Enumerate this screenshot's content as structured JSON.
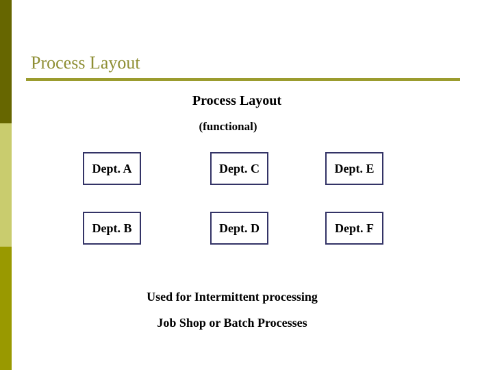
{
  "slide": {
    "title": "Process Layout",
    "heading": "Process Layout",
    "subheading": "(functional)",
    "dept_boxes": [
      "Dept. A",
      "Dept. C",
      "Dept. E",
      "Dept. B",
      "Dept. D",
      "Dept. F"
    ],
    "footer": {
      "line1": "Used for Intermittent processing",
      "line2": "Job Shop or Batch Processes"
    },
    "colors": {
      "sidebar_top": "#666600",
      "sidebar_middle": "#C9CC6E",
      "sidebar_bottom": "#999900",
      "title_text": "#8E8E33",
      "title_rule": "#9B9C2E",
      "box_border": "#333366",
      "body_text": "#000000",
      "background": "#FFFFFF"
    }
  }
}
